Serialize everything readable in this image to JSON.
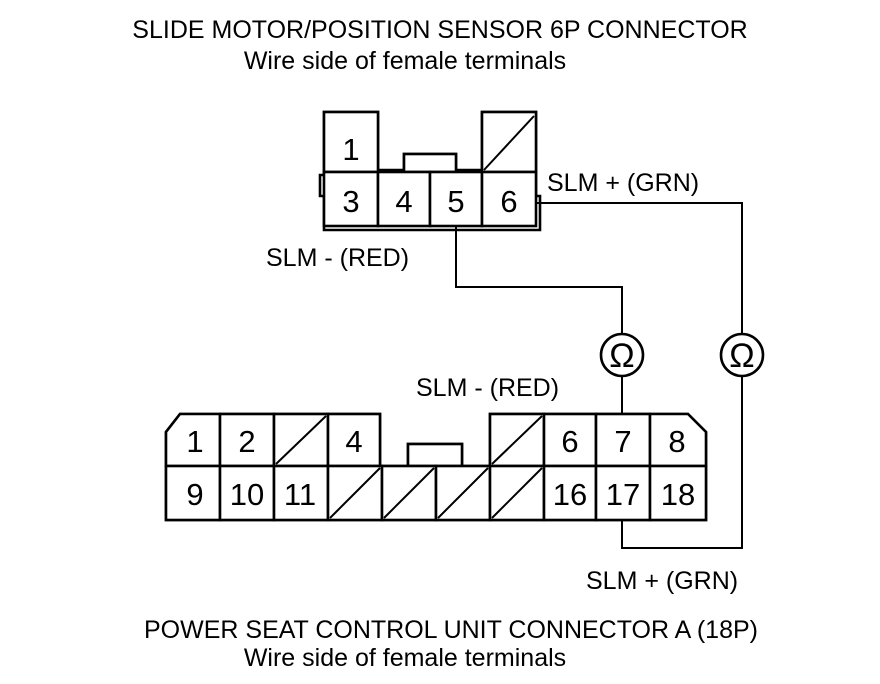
{
  "top_connector": {
    "title": "SLIDE MOTOR/POSITION SENSOR 6P CONNECTOR",
    "subtitle": "Wire side of female terminals",
    "pins": [
      "1",
      "3",
      "4",
      "5",
      "6"
    ],
    "wire_plus_label": "SLM +  (GRN)",
    "wire_minus_label": "SLM -  (RED)"
  },
  "bottom_connector": {
    "title": "POWER SEAT CONTROL UNIT CONNECTOR A (18P)",
    "subtitle": "Wire side of female terminals",
    "pins": [
      "1",
      "2",
      "4",
      "6",
      "7",
      "8",
      "9",
      "10",
      "11",
      "16",
      "17",
      "18"
    ],
    "wire_minus_label": "SLM -  (RED)",
    "wire_plus_label": "SLM +  (GRN)"
  },
  "meters": [
    {
      "symbol": "Ω"
    },
    {
      "symbol": "Ω"
    }
  ]
}
